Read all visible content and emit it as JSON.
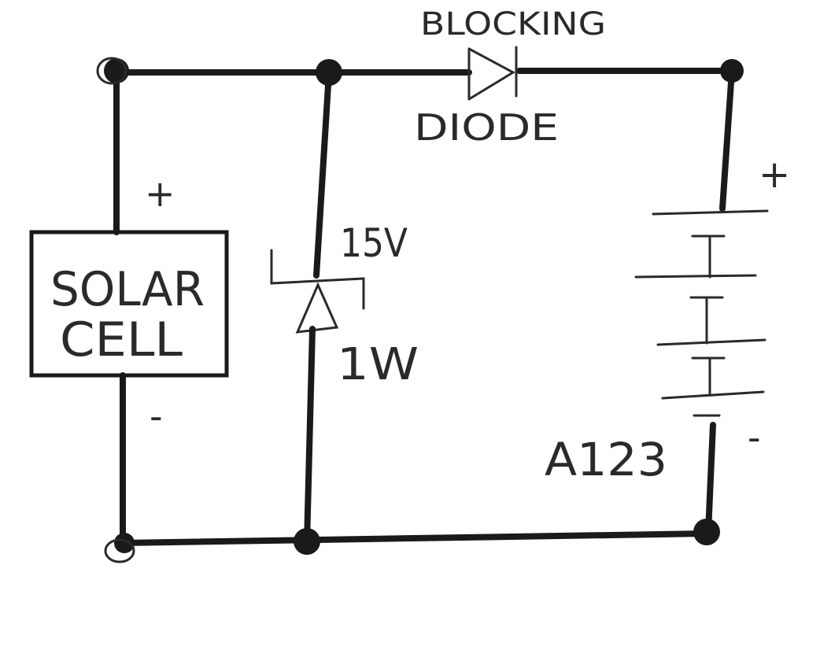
{
  "solar_cell": {
    "line1": "SOLAR",
    "line2": "CELL",
    "plus": "+",
    "minus": "-"
  },
  "blocking_diode": {
    "line1": "BLOCKING",
    "line2": "DIODE"
  },
  "zener": {
    "voltage": "15V",
    "power": "1W"
  },
  "battery": {
    "label": "A123",
    "plus": "+",
    "minus": "-"
  }
}
